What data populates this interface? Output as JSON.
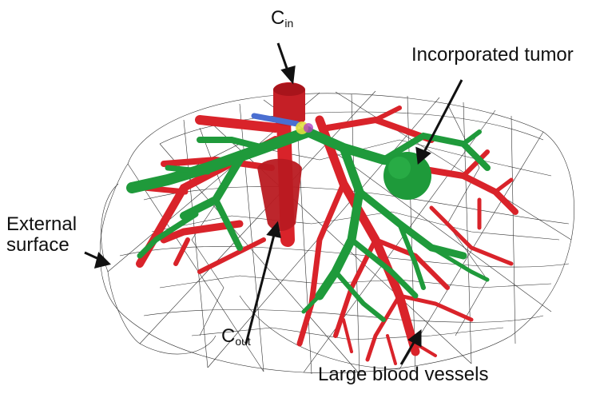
{
  "labels": {
    "c_in_main": "C",
    "c_in_sub": "in",
    "c_out_main": "C",
    "c_out_sub": "out",
    "tumor": "Incorporated tumor",
    "surface_line1": "External",
    "surface_line2": "surface",
    "vessels": "Large blood vessels"
  },
  "colors": {
    "vessel_red": "#d9232a",
    "vessel_red_dark": "#a8141b",
    "vessel_green": "#1f9a3b",
    "vessel_green_dark": "#147a2c",
    "tumor_green": "#1e9a3a",
    "mesh": "#1a1a1a",
    "arrow": "#111111"
  }
}
